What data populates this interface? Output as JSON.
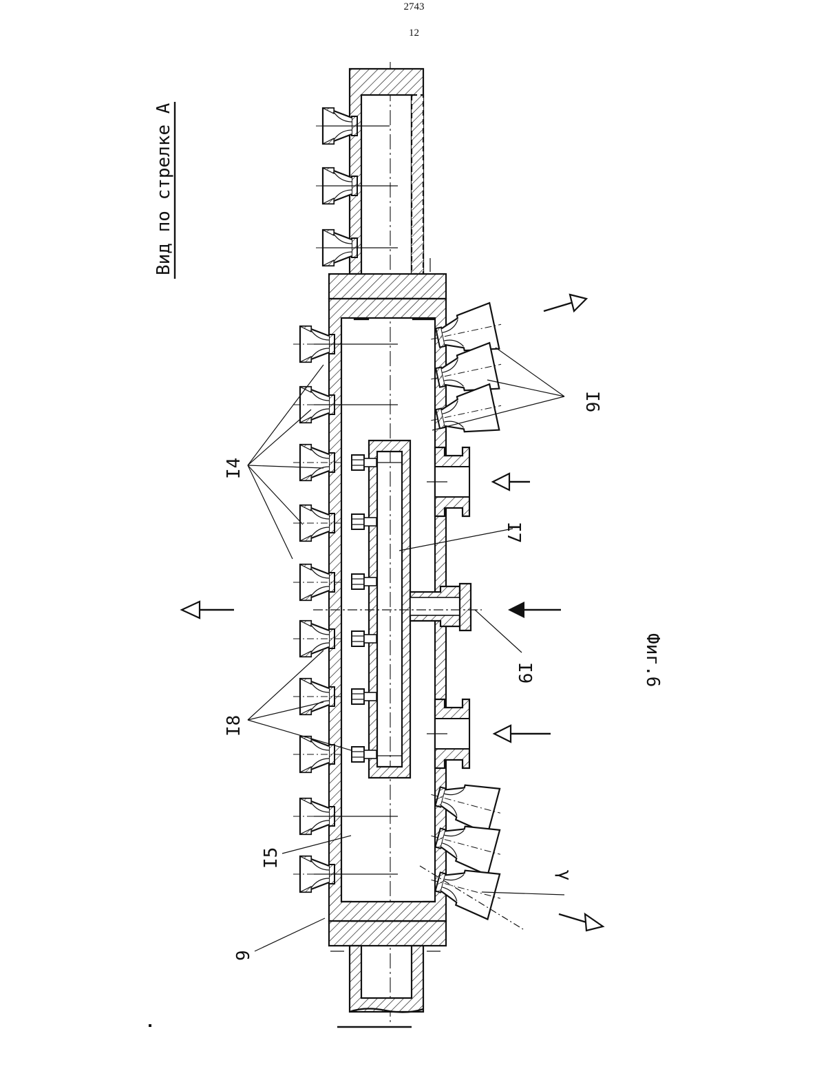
{
  "header": {
    "doc_number": "2743",
    "page_number": "12"
  },
  "drawing": {
    "view_title": "Вид по стрелке А",
    "figure_caption": "Фиг.6",
    "labels": {
      "l9": "9",
      "l14": "I4",
      "l15": "I5",
      "l16": "I6",
      "l17": "I7",
      "l18": "I8",
      "l19": "I9",
      "angle": "γ"
    }
  }
}
